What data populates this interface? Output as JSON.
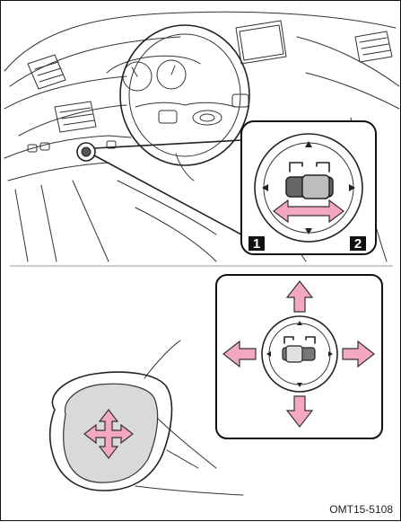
{
  "figure_code": "OMT15-5108",
  "labels": {
    "left_arrow_number": "1",
    "right_arrow_number": "2"
  },
  "colors": {
    "arrow_fill": "#f4a7c3",
    "arrow_stroke": "#333333",
    "mirror_glass": "#d9d9d9",
    "switch_knob": "#999999",
    "label_bg": "#111111"
  },
  "icons": {
    "mirror_switch": "mirror-adjust-switch",
    "direction_arrows": "four-way-arrow"
  }
}
